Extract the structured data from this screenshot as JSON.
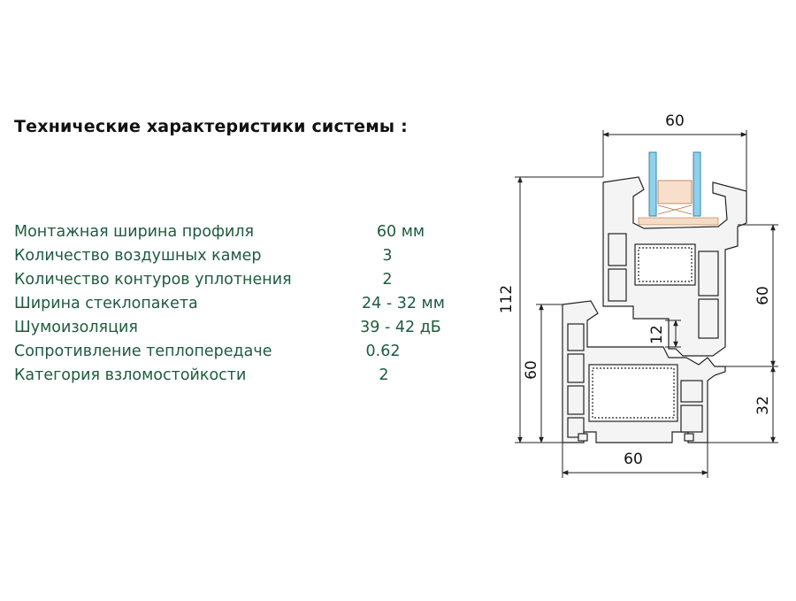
{
  "title": "Технические характеристики системы :",
  "specs": [
    {
      "label": "Монтажная ширина профиля",
      "value": "60 мм"
    },
    {
      "label": "Количество воздушных камер",
      "value": "3"
    },
    {
      "label": "Количество контуров уплотнения",
      "value": "2"
    },
    {
      "label": "Ширина стеклопакета",
      "value": "24 - 32 мм"
    },
    {
      "label": "Шумоизоляция",
      "value": "39 - 42 дБ"
    },
    {
      "label": "Сопротивление теплопередаче",
      "value": "0.62"
    },
    {
      "label": "Категория взломостойкости",
      "value": "2"
    }
  ],
  "dimensions": {
    "top_width": "60",
    "total_height": "112",
    "right_upper": "60",
    "left_frame": "60",
    "overlap": "12",
    "right_lower": "32",
    "bottom_width": "60"
  },
  "colors": {
    "title": "#111111",
    "spec_text": "#1e5b3e",
    "profile_fill": "#f4f4f4",
    "profile_stroke": "#222222",
    "glass": "#8fd0ea",
    "seal": "#f0b98c"
  }
}
